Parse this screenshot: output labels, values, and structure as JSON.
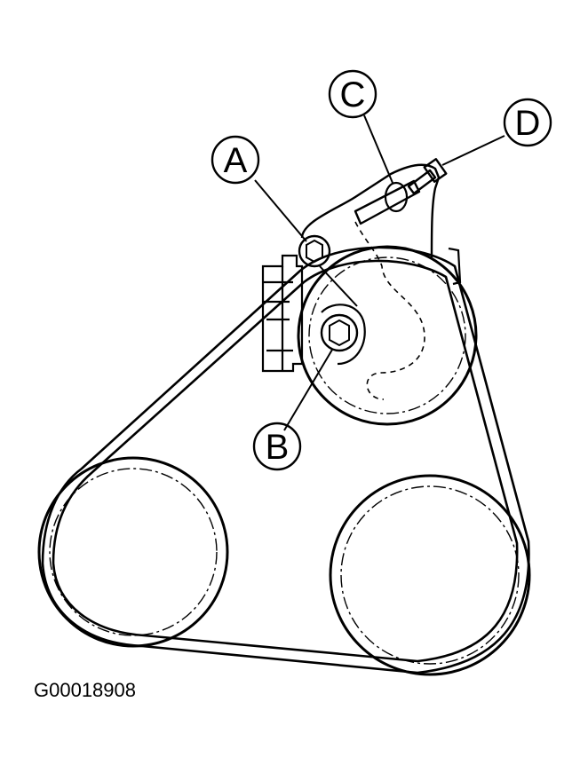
{
  "diagram": {
    "callouts": {
      "a": "A",
      "b": "B",
      "c": "C",
      "d": "D"
    },
    "figure_id": "G00018908"
  },
  "colors": {
    "ink": "#000000",
    "background": "#ffffff"
  }
}
